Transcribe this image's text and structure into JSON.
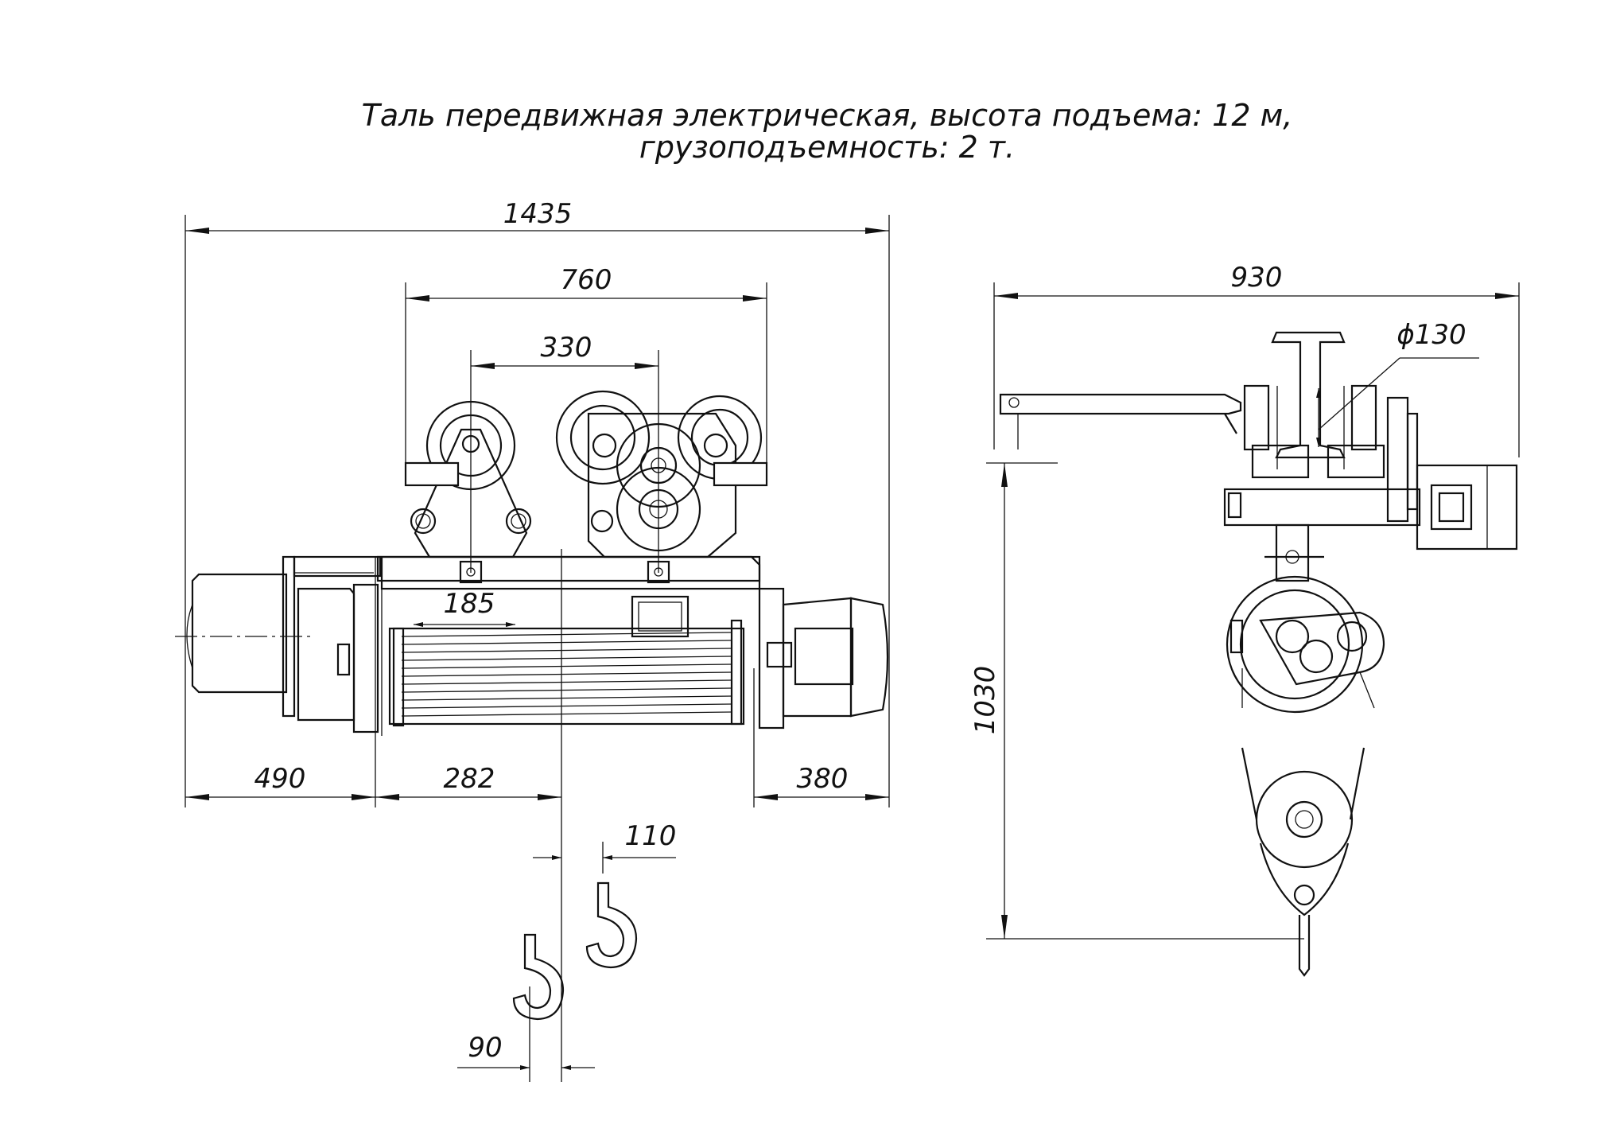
{
  "title": {
    "line1": "Таль передвижная электрическая, высота подъема: 12 м,",
    "line2": "грузоподъемность: 2 т."
  },
  "front_view": {
    "dims": {
      "overall_length": "1435",
      "wheel_span": "760",
      "axle_span": "330",
      "lug_span": "185",
      "left_section": "490",
      "center_section": "282",
      "right_section": "380",
      "hook_offset_upper": "110",
      "hook_offset_lower": "90"
    }
  },
  "side_view": {
    "dims": {
      "overall_width": "930",
      "wheel_diameter": "ϕ130",
      "height": "1030"
    }
  }
}
